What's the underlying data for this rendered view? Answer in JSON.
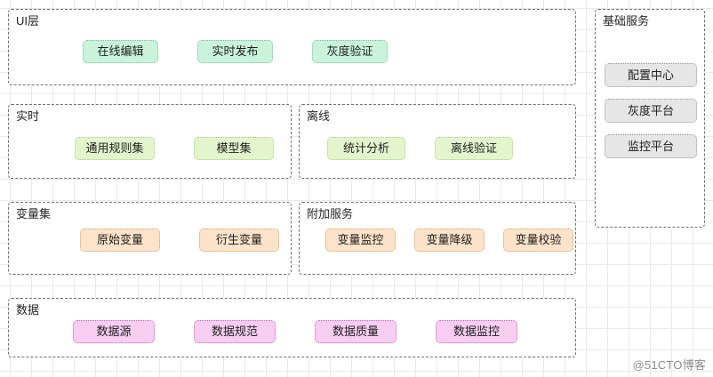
{
  "diagram": {
    "watermark": "@51CTO博客",
    "groups": [
      {
        "id": "ui",
        "title": "UI层",
        "color": "green",
        "items": [
          "在线编辑",
          "实时发布",
          "灰度验证"
        ]
      },
      {
        "id": "realtime",
        "title": "实时",
        "color": "lime",
        "items": [
          "通用规则集",
          "模型集"
        ]
      },
      {
        "id": "offline",
        "title": "离线",
        "color": "lime",
        "items": [
          "统计分析",
          "离线验证"
        ]
      },
      {
        "id": "variable",
        "title": "变量集",
        "color": "peach",
        "items": [
          "原始变量",
          "衍生变量"
        ]
      },
      {
        "id": "extra",
        "title": "附加服务",
        "color": "peach",
        "items": [
          "变量监控",
          "变量降级",
          "变量校验"
        ]
      },
      {
        "id": "data",
        "title": "数据",
        "color": "pink",
        "items": [
          "数据源",
          "数据规范",
          "数据质量",
          "数据监控"
        ]
      },
      {
        "id": "base",
        "title": "基础服务",
        "color": "gray",
        "items": [
          "配置中心",
          "灰度平台",
          "监控平台"
        ]
      }
    ],
    "palette": {
      "green_fill": "#c9f3da",
      "green_border": "#72c69a",
      "lime_fill": "#e4f5cd",
      "lime_border": "#a9cf7e",
      "peach_fill": "#fce3c9",
      "peach_border": "#d9a066",
      "pink_fill": "#f8cdf2",
      "pink_border": "#d763c6",
      "gray_fill": "#e6e6e6",
      "gray_border": "#9a9a9a",
      "group_border": "#6e6e6e",
      "grid_line": "#e9e9e9",
      "canvas_bg": "#ffffff"
    }
  }
}
